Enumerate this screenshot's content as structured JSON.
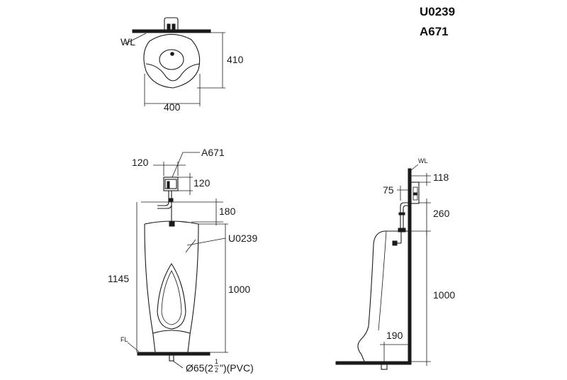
{
  "models": [
    "U0239",
    "A671"
  ],
  "top_view": {
    "wall_label": "WL",
    "depth": "410",
    "width": "400"
  },
  "front_view": {
    "sensor_label": "A671",
    "urinal_label": "U0239",
    "sensor_width": "120",
    "sensor_height": "120",
    "sensor_gap": "180",
    "total_height": "1145",
    "bowl_height": "1000",
    "floor_label": "FL",
    "drain_prefix": "Ø65(2",
    "drain_frac_num": "1",
    "drain_frac_den": "2",
    "drain_suffix": "\")(PVC)"
  },
  "side_view": {
    "wall_label": "WL",
    "sensor_depth": "118",
    "pipe_offset": "75",
    "pipe_drop": "260",
    "bowl_height": "1000",
    "drain_offset": "190"
  }
}
